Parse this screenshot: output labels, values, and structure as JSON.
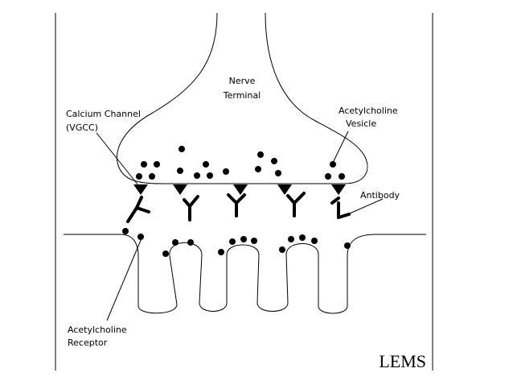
{
  "labels": {
    "nerve_line1": "Nerve",
    "nerve_line2": "Terminal",
    "calcium_line1": "Calcium Channel",
    "calcium_line2": "(VGCC)",
    "vesicle_line1": "Acetylcholine",
    "vesicle_line2": "Vesicle",
    "antibody": "Antibody",
    "receptor_line1": "Acetylcholine",
    "receptor_line2": "Receptor",
    "corner_title": "LEMS"
  }
}
